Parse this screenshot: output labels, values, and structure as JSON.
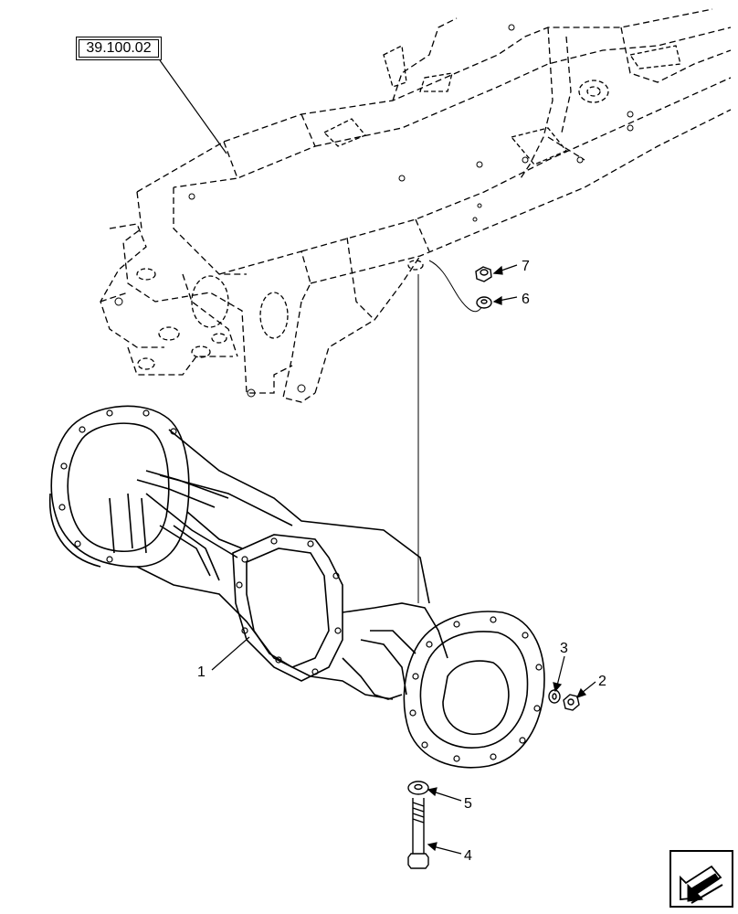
{
  "reference": {
    "label": "39.100.02"
  },
  "callouts": [
    {
      "id": "c1",
      "label": "1"
    },
    {
      "id": "c2",
      "label": "2"
    },
    {
      "id": "c3",
      "label": "3"
    },
    {
      "id": "c4",
      "label": "4"
    },
    {
      "id": "c5",
      "label": "5"
    },
    {
      "id": "c6",
      "label": "6"
    },
    {
      "id": "c7",
      "label": "7"
    }
  ],
  "navigation": {
    "icon": "next-page-arrow-icon"
  }
}
